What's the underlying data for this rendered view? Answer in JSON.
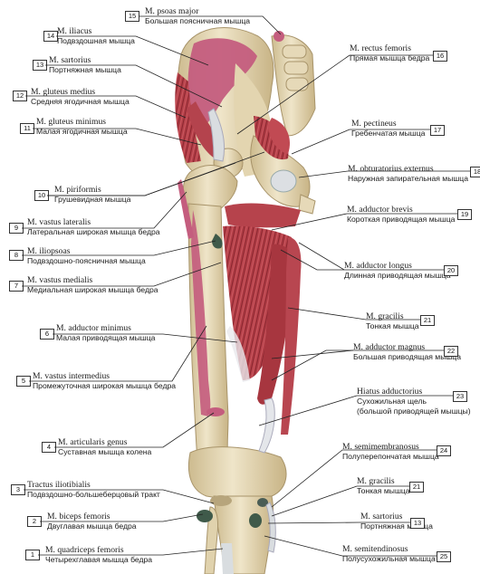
{
  "labels": [
    {
      "num": "15",
      "latin": "M. psoas major",
      "russian": "Большая поясничная мышца"
    },
    {
      "num": "14",
      "latin": "M. iliacus",
      "russian": "Подвздошная мышца"
    },
    {
      "num": "13",
      "latin": "M. sartorius",
      "russian": "Портняжная мышца"
    },
    {
      "num": "12",
      "latin": "M. gluteus medius",
      "russian": "Средняя ягодичная мышца"
    },
    {
      "num": "11",
      "latin": "M. gluteus minimus",
      "russian": "Малая ягодичная мышца"
    },
    {
      "num": "10",
      "latin": "M. piriformis",
      "russian": "Грушевидная мышца"
    },
    {
      "num": "9",
      "latin": "M. vastus lateralis",
      "russian": "Латеральная широкая мышца бедра"
    },
    {
      "num": "8",
      "latin": "M. iliopsoas",
      "russian": "Подвздошно-поясничная мышца"
    },
    {
      "num": "7",
      "latin": "M. vastus medialis",
      "russian": "Медиальная широкая мышца бедра"
    },
    {
      "num": "6",
      "latin": "M. adductor minimus",
      "russian": "Малая приводящая мышца"
    },
    {
      "num": "5",
      "latin": "M. vastus intermedius",
      "russian": "Промежуточная широкая мышца бедра"
    },
    {
      "num": "4",
      "latin": "M. articularis genus",
      "russian": "Суставная мышца колена"
    },
    {
      "num": "3",
      "latin": "Tractus iliotibialis",
      "russian": "Подвздошно-большеберцовый тракт"
    },
    {
      "num": "2",
      "latin": "M. biceps femoris",
      "russian": "Двуглавая мышца бедра"
    },
    {
      "num": "1",
      "latin": "M. quadriceps femoris",
      "russian": "Четырехглавая мышца бедра"
    },
    {
      "num": "16",
      "latin": "M. rectus femoris",
      "russian": "Прямая мышца бедра"
    },
    {
      "num": "17",
      "latin": "M. pectineus",
      "russian": "Гребенчатая мышца"
    },
    {
      "num": "18",
      "latin": "M. obturatorius externus",
      "russian": "Наружная запирательная мышца"
    },
    {
      "num": "19",
      "latin": "M. adductor brevis",
      "russian": "Короткая приводящая мышца"
    },
    {
      "num": "20",
      "latin": "M. adductor longus",
      "russian": "Длинная приводящая мышца"
    },
    {
      "num": "21",
      "latin": "M. gracilis",
      "russian": "Тонкая мышца"
    },
    {
      "num": "22",
      "latin": "M. adductor magnus",
      "russian": "Большая приводящая мышца"
    },
    {
      "num": "23",
      "latin": "Hiatus adductorius",
      "russian": "Сухожильная щель",
      "russian2": "(большой приводящей мышцы)"
    },
    {
      "num": "24",
      "latin": "M. semimembranosus",
      "russian": "Полуперепончатая мышца"
    },
    {
      "num": "21",
      "latin": "M. gracilis",
      "russian": "Тонкая мышца"
    },
    {
      "num": "13",
      "latin": "M. sartorius",
      "russian": "Портняжная мышца"
    },
    {
      "num": "25",
      "latin": "M. semitendinosus",
      "russian": "Полусухожильная мышца"
    }
  ],
  "colors": {
    "bone": "#e6d9b8",
    "bone_shadow": "#c9b88e",
    "muscle": "#c0444f",
    "muscle_dark": "#8e2a33",
    "origin": "#c2607c",
    "tendon": "#d9dde0",
    "leader": "#222222"
  }
}
